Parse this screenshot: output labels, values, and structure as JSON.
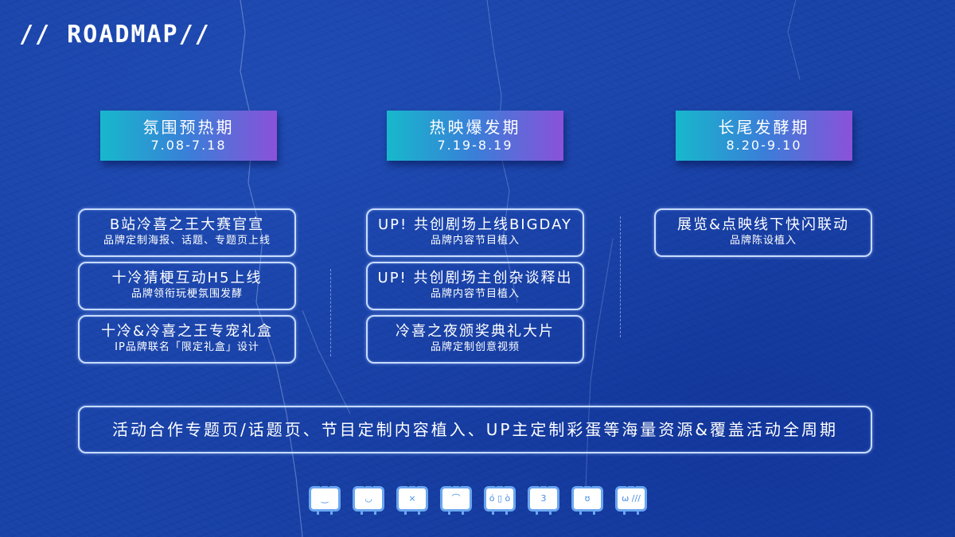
{
  "title": "// ROADMAP//",
  "phases": [
    {
      "name": "氛围预热期",
      "dates": "7.08-7.18",
      "items": [
        {
          "main": "B站冷喜之王大赛官宣",
          "sub": "品牌定制海报、话题、专题页上线"
        },
        {
          "main": "十冷猜梗互动H5上线",
          "sub": "品牌领衔玩梗氛围发酵"
        },
        {
          "main": "十冷&冷喜之王专宠礼盒",
          "sub": "IP品牌联名「限定礼盒」设计"
        }
      ]
    },
    {
      "name": "热映爆发期",
      "dates": "7.19-8.19",
      "items": [
        {
          "main": "UP! 共创剧场上线BIGDAY",
          "sub": "品牌内容节目植入"
        },
        {
          "main": "UP! 共创剧场主创杂谈释出",
          "sub": "品牌内容节目植入"
        },
        {
          "main": "冷喜之夜颁奖典礼大片",
          "sub": "品牌定制创意视频"
        }
      ]
    },
    {
      "name": "长尾发酵期",
      "dates": "8.20-9.10",
      "items": [
        {
          "main": "展览&点映线下快闪联动",
          "sub": "品牌陈设植入"
        }
      ]
    }
  ],
  "bottom_bar": "活动合作专题页/话题页、节目定制内容植入、UP主定制彩蛋等海量资源&覆盖活动全周期",
  "mascot_faces": [
    {
      "icon": "mascot-smile-icon",
      "expr": "‿"
    },
    {
      "icon": "mascot-drool-icon",
      "expr": "◡"
    },
    {
      "icon": "mascot-dizzy-icon",
      "expr": "×"
    },
    {
      "icon": "mascot-frown-icon",
      "expr": "⌒"
    },
    {
      "icon": "mascot-surprised-icon",
      "expr": "ó ▯ ò"
    },
    {
      "icon": "mascot-kiss-icon",
      "expr": "3"
    },
    {
      "icon": "mascot-tongue-icon",
      "expr": "ʊ"
    },
    {
      "icon": "mascot-embarrassed-icon",
      "expr": "ω ///"
    }
  ],
  "colors": {
    "background": "#1a43a8",
    "header_gradient_start": "#17b8cc",
    "header_gradient_end": "#8a52d9",
    "card_border": "#c8dcff",
    "mascot_border": "#6aa6f0"
  }
}
